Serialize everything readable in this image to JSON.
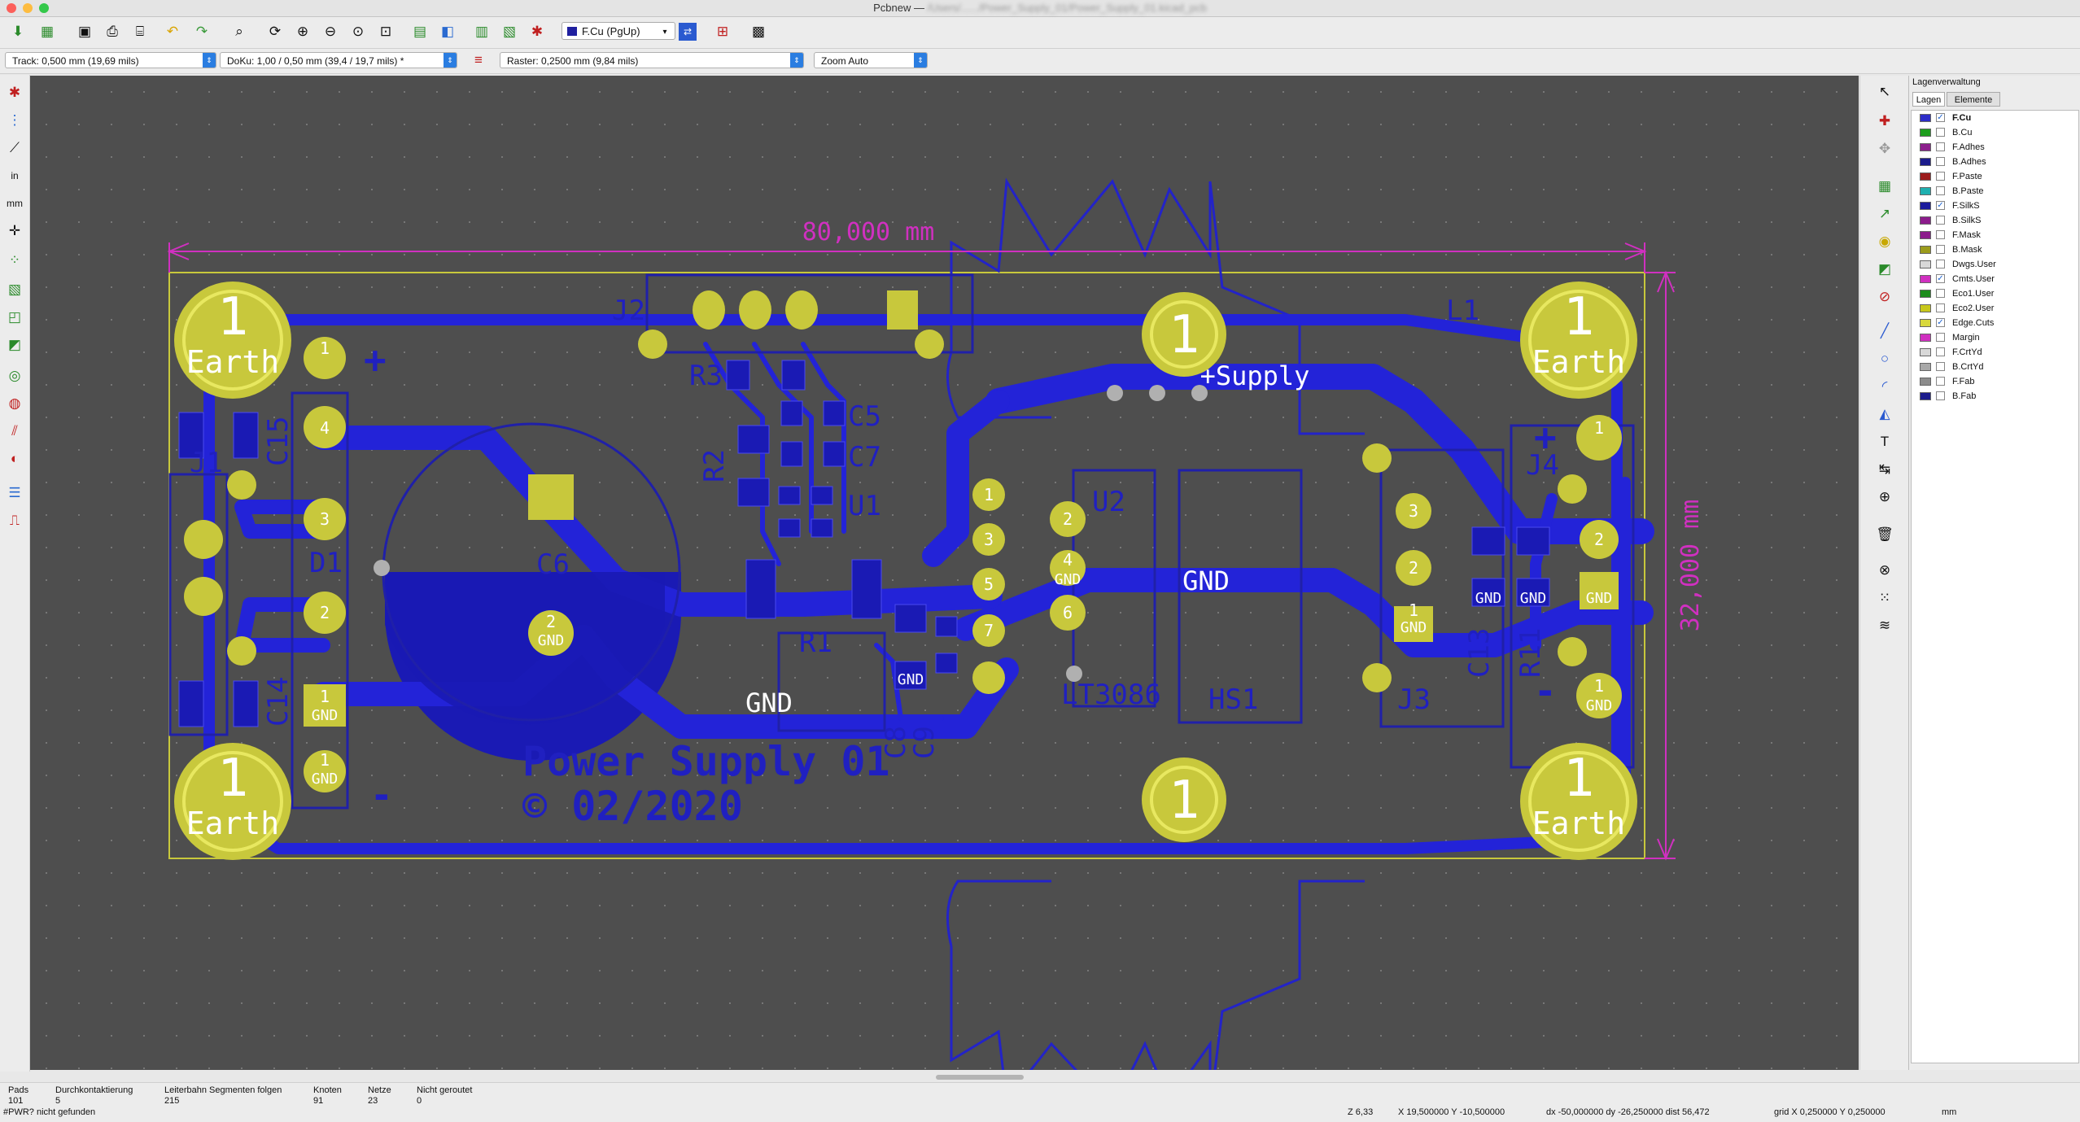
{
  "window": {
    "app_title": "Pcbnew —",
    "blurred_path": "/Users/....../Power_Supply_01/Power_Supply_01.kicad_pcb"
  },
  "toolbar": {
    "layer_select": "F.Cu (PgUp)",
    "layer_color": "#2020a0"
  },
  "options": {
    "track": "Track: 0,500 mm (19,69 mils)",
    "via": "DoKu: 1,00 / 0,50 mm (39,4 / 19,7 mils) *",
    "grid": "Raster: 0,2500 mm (9,84 mils)",
    "zoom": "Zoom Auto"
  },
  "pcb": {
    "dimension_width": "80,000 mm",
    "dimension_height": "32,000 mm",
    "title_line1": "Power Supply 01",
    "title_line2": "© 02/2020",
    "net_supply": "+Supply",
    "net_gnd": "GND",
    "hole_label": "1",
    "earth_label": "Earth",
    "refs": {
      "J1": "J1",
      "J2": "J2",
      "J3": "J3",
      "J4": "J4",
      "D1": "D1",
      "C6": "C6",
      "C5": "C5",
      "C7": "C7",
      "C8": "C8",
      "C9": "C9",
      "C13": "C13",
      "C14": "C14",
      "C15": "C15",
      "R1": "R1",
      "R2": "R2",
      "R3": "R3",
      "R11": "R11",
      "U1": "U1",
      "U2": "U2",
      "LT3086": "LT3086",
      "HS1": "HS1",
      "L1": "L1"
    },
    "pad_gnd": "GND",
    "pad_earth": "Earth",
    "pad1": "1",
    "pad2": "2",
    "pad3": "3",
    "pad4": "4",
    "pad5": "5",
    "pad6": "6",
    "pad7": "7",
    "plus": "+",
    "minus": "-"
  },
  "panel": {
    "title": "Lagenverwaltung",
    "tab_layers": "Lagen",
    "tab_items": "Elemente",
    "layers": [
      {
        "name": "F.Cu",
        "color": "#2d2dc8",
        "checked": true
      },
      {
        "name": "B.Cu",
        "color": "#1e9e1e",
        "checked": false
      },
      {
        "name": "F.Adhes",
        "color": "#8c1f8c",
        "checked": false
      },
      {
        "name": "B.Adhes",
        "color": "#1c1c8c",
        "checked": false
      },
      {
        "name": "F.Paste",
        "color": "#9c1c1c",
        "checked": false
      },
      {
        "name": "B.Paste",
        "color": "#1fb0b0",
        "checked": false
      },
      {
        "name": "F.SilkS",
        "color": "#1c1c9c",
        "checked": true
      },
      {
        "name": "B.SilkS",
        "color": "#8c1c8c",
        "checked": false
      },
      {
        "name": "F.Mask",
        "color": "#8c1c8c",
        "checked": false
      },
      {
        "name": "B.Mask",
        "color": "#9c9c1c",
        "checked": false
      },
      {
        "name": "Dwgs.User",
        "color": "#d8d8d8",
        "checked": false
      },
      {
        "name": "Cmts.User",
        "color": "#d030c0",
        "checked": true
      },
      {
        "name": "Eco1.User",
        "color": "#1c8c1c",
        "checked": false
      },
      {
        "name": "Eco2.User",
        "color": "#c8c81c",
        "checked": false
      },
      {
        "name": "Edge.Cuts",
        "color": "#d8d83c",
        "checked": true
      },
      {
        "name": "Margin",
        "color": "#d030c0",
        "checked": false
      },
      {
        "name": "F.CrtYd",
        "color": "#d8d8d8",
        "checked": false
      },
      {
        "name": "B.CrtYd",
        "color": "#a8a8a8",
        "checked": false
      },
      {
        "name": "F.Fab",
        "color": "#8c8c8c",
        "checked": false
      },
      {
        "name": "B.Fab",
        "color": "#1c1c8c",
        "checked": false
      }
    ]
  },
  "status": {
    "pads_label": "Pads",
    "pads_value": "101",
    "vias_label": "Durchkontaktierung",
    "vias_value": "5",
    "segments_label": "Leiterbahn Segmenten folgen",
    "segments_value": "215",
    "nodes_label": "Knoten",
    "nodes_value": "91",
    "nets_label": "Netze",
    "nets_value": "23",
    "unrouted_label": "Nicht geroutet",
    "unrouted_value": "0",
    "message": "#PWR? nicht gefunden",
    "zoom": "Z 6,33",
    "coords": "X 19,500000  Y -10,500000",
    "delta": "dx -50,000000  dy -26,250000  dist 56,472",
    "grid": "grid X 0,250000  Y 0,250000",
    "units": "mm"
  }
}
